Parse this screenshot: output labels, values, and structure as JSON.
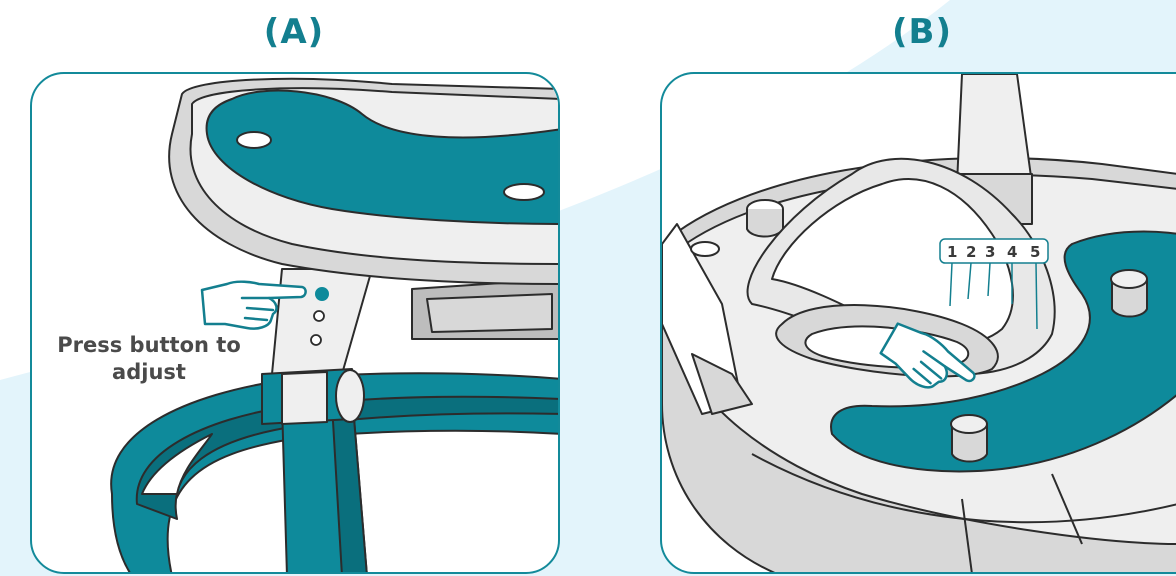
{
  "panels": [
    {
      "label": "(A)",
      "instruction": "Press button to adjust"
    },
    {
      "label": "(B)",
      "slot_numbers": [
        "1",
        "2",
        "3",
        "4",
        "5"
      ]
    }
  ],
  "colors": {
    "teal": "#0e8a9b",
    "teal_dark": "#0a6f7d",
    "outline": "#2c2c2c",
    "grey_light": "#efefef",
    "grey_mid": "#d3d3d3",
    "background_blob": "#e3f4fb"
  },
  "icons": [
    "pointing-hand-icon"
  ]
}
